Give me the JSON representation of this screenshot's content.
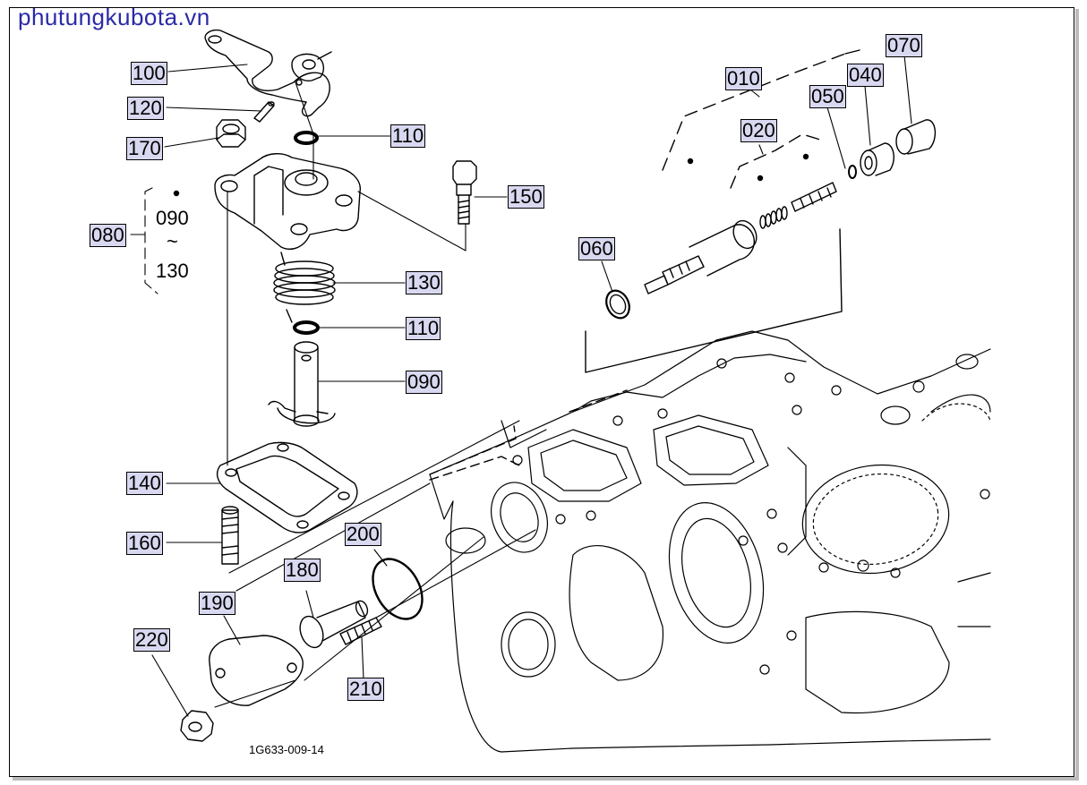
{
  "watermark": "phutungkubota.vn",
  "drawing_code": "1G633-009-14",
  "callouts": {
    "p100": "100",
    "p120": "120",
    "p170": "170",
    "p110a": "110",
    "p150": "150",
    "p080": "080",
    "p090a": "090",
    "p130a": "130",
    "p130b": "130",
    "p110b": "110",
    "p090b": "090",
    "p140": "140",
    "p160": "160",
    "p200": "200",
    "p180": "180",
    "p190": "190",
    "p220": "220",
    "p210": "210",
    "p010": "010",
    "p020": "020",
    "p050": "050",
    "p040": "040",
    "p070": "070",
    "p060": "060"
  },
  "range_separator": "~"
}
